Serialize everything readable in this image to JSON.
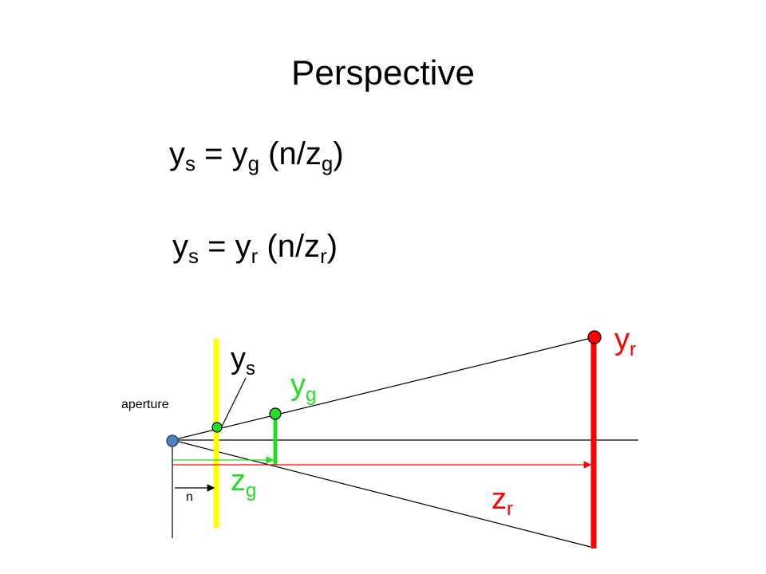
{
  "title": "Perspective",
  "equations": [
    {
      "lhs": "y",
      "lhs_sub": "s",
      "eq": " = ",
      "var": "y",
      "var_sub": "g",
      "paren_open": " (n/z",
      "denom_sub": "g",
      "paren_close": ")"
    },
    {
      "lhs": "y",
      "lhs_sub": "s",
      "eq": " = ",
      "var": "y",
      "var_sub": "r",
      "paren_open": " (n/z",
      "denom_sub": "r",
      "paren_close": ")"
    }
  ],
  "diagram": {
    "labels": {
      "aperture": "aperture",
      "n": "n",
      "ys": {
        "base": "y",
        "sub": "s"
      },
      "yg": {
        "base": "y",
        "sub": "g"
      },
      "yr": {
        "base": "y",
        "sub": "r"
      },
      "zg": {
        "base": "z",
        "sub": "g"
      },
      "zr": {
        "base": "z",
        "sub": "r"
      }
    },
    "colors": {
      "screen": "#ffff00",
      "green": "#22dd22",
      "red": "#ff0000",
      "aperture_dot": "#4f81bd",
      "line": "#000000"
    }
  }
}
